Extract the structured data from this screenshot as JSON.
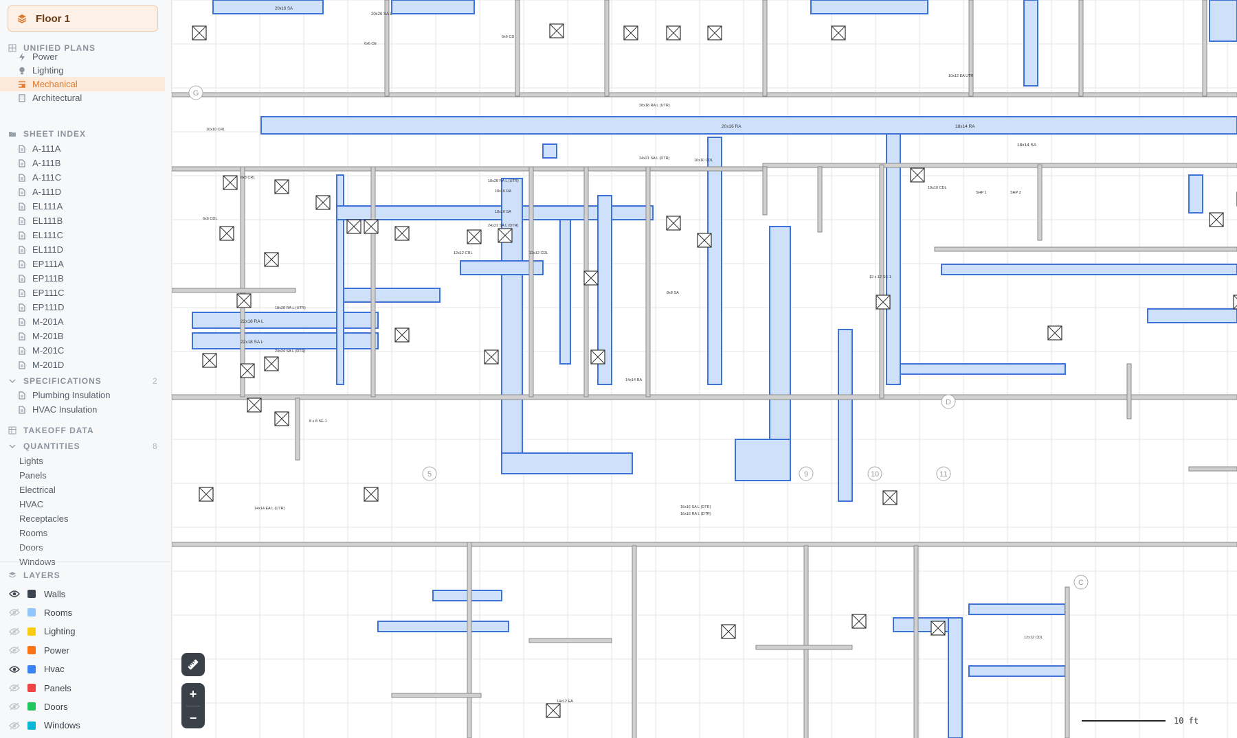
{
  "floor": {
    "label": "Floor 1"
  },
  "unified_plans": {
    "title": "UNIFIED PLANS",
    "items": [
      "Power",
      "Lighting",
      "Mechanical",
      "Architectural"
    ],
    "active": "Mechanical"
  },
  "sheet_index": {
    "title": "SHEET INDEX",
    "sheets": [
      "A-111A",
      "A-111B",
      "A-111C",
      "A-111D",
      "EL111A",
      "EL111B",
      "EL111C",
      "EL111D",
      "EP111A",
      "EP111B",
      "EP111C",
      "EP111D",
      "M-201A",
      "M-201B",
      "M-201C",
      "M-201D"
    ]
  },
  "specifications": {
    "title": "SPECIFICATIONS",
    "count": "2",
    "items": [
      "Plumbing Insulation",
      "HVAC Insulation"
    ]
  },
  "takeoff": {
    "title": "TAKEOFF DATA"
  },
  "quantities": {
    "title": "QUANTITIES",
    "count": "8",
    "items": [
      "Lights",
      "Panels",
      "Electrical",
      "HVAC",
      "Receptacles",
      "Rooms",
      "Doors",
      "Windows"
    ]
  },
  "layers": {
    "title": "LAYERS",
    "items": [
      {
        "name": "Walls",
        "color": "#3b4450",
        "visible": true
      },
      {
        "name": "Rooms",
        "color": "#93c5fd",
        "visible": false
      },
      {
        "name": "Lighting",
        "color": "#facc15",
        "visible": false
      },
      {
        "name": "Power",
        "color": "#f97316",
        "visible": false
      },
      {
        "name": "Hvac",
        "color": "#3b82f6",
        "visible": true
      },
      {
        "name": "Panels",
        "color": "#ef4444",
        "visible": false
      },
      {
        "name": "Doors",
        "color": "#22c55e",
        "visible": false
      },
      {
        "name": "Windows",
        "color": "#06b6d4",
        "visible": false
      }
    ]
  },
  "plan_labels": {
    "r1": "20x16 SA",
    "r2": "20x20 SA L",
    "r3": "22x18 RA L",
    "r4": "22x18 SA L",
    "r5": "20x16 RA",
    "r6": "18x14 RA",
    "r7": "18x14 SA",
    "r8": "28x18 RA L (UTR)",
    "r9": "24x21 SA L (DTR)",
    "r10": "18x28 RA L (UTR)",
    "r11": "18x16 RA",
    "r12": "18x16 SA",
    "r13": "24x21 SA L (DTR)",
    "r14": "18x28 RA L (UTR)",
    "r15": "24x24 SA L (DTR)",
    "r16": "14x14 EA L (UTR)",
    "r17": "16x16 SA L (DTR)",
    "r18": "16x16 RA L (DTR)",
    "r19": "14x14 RA",
    "r20": "8x8 SA",
    "r21": "14x12 EA",
    "r22": "10x12 EA UTR",
    "d1": "12 x 12 SS-1",
    "d2": "8 x 8 SE-1",
    "d3": "6x6 CD",
    "d4": "10x10 CDL",
    "d5": "12x12 CRL",
    "d6": "12x12 CDL",
    "d7": "6x6 CE",
    "d8": "8x8 CRL",
    "d9": "10x10 CRL",
    "d10": "6x6 CDL",
    "d11": "12x12 CDL",
    "d12": "10x10 CDL",
    "g1": "G",
    "g2": "D",
    "g3": "5",
    "g4": "9",
    "g5": "10",
    "g6": "11",
    "g7": "C",
    "sh1": "SHP 1",
    "sh2": "SHP 2"
  },
  "scale": {
    "label": "10 ft"
  },
  "zoom": {
    "ruler_icon": "ruler-icon",
    "zoom_in": "+",
    "zoom_out": "−"
  }
}
